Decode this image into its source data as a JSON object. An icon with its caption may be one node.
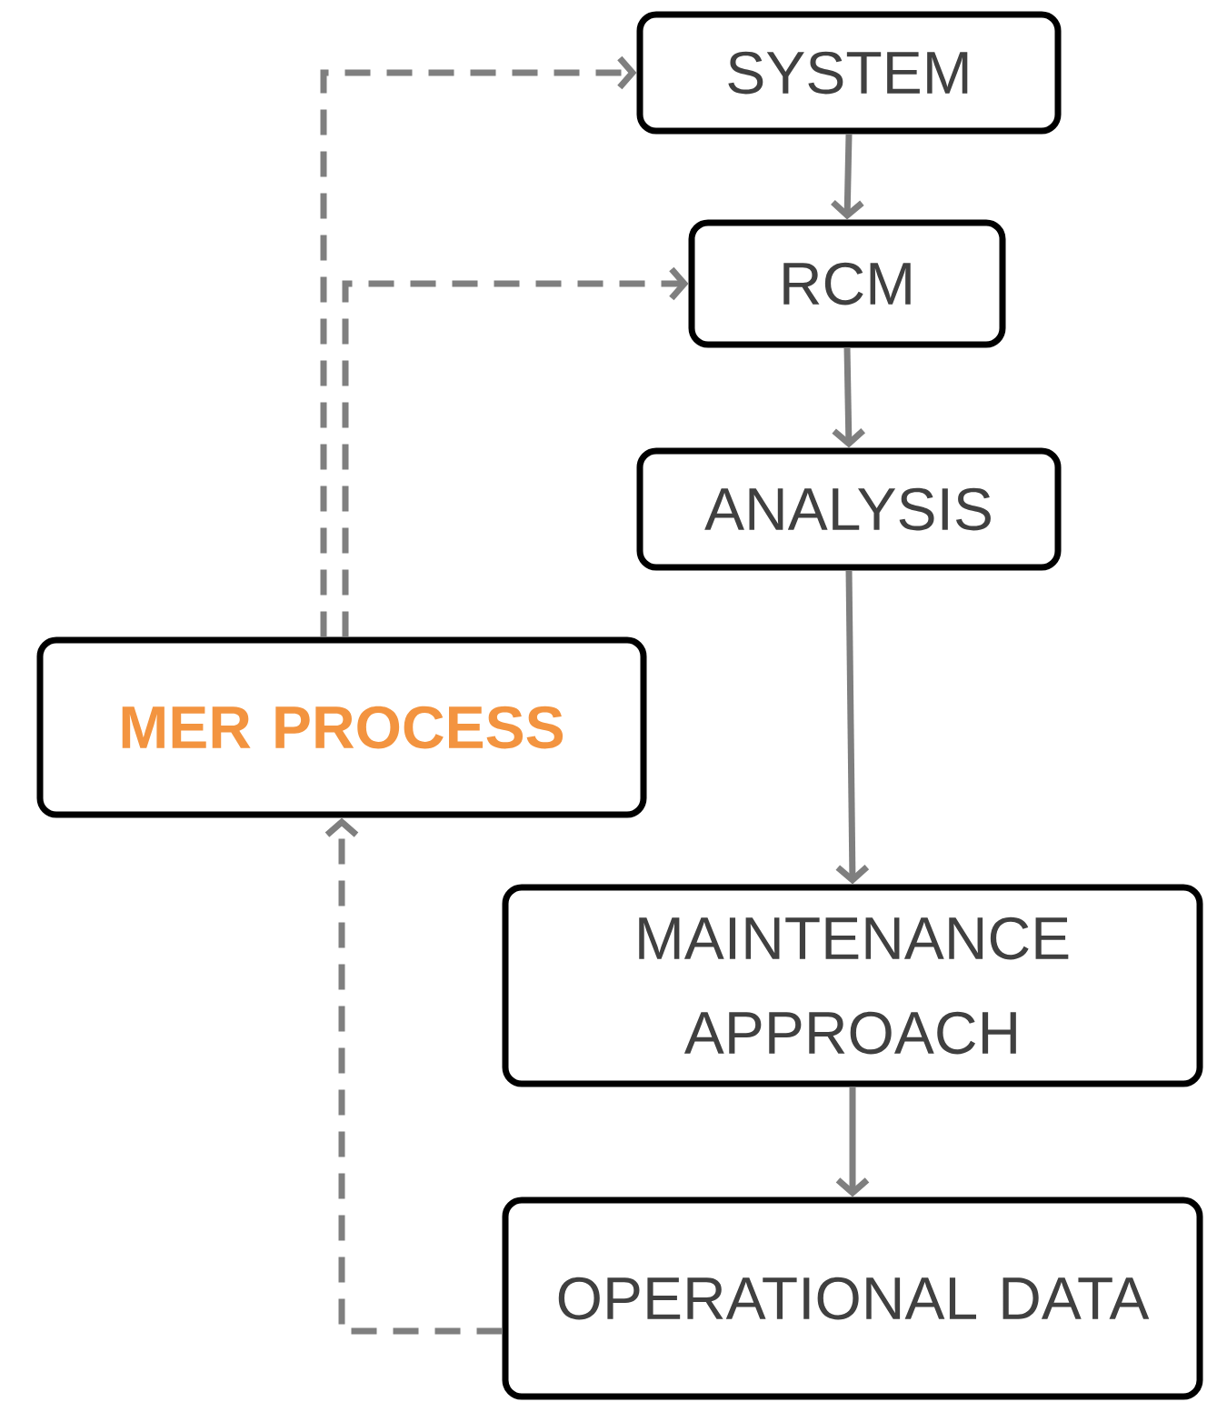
{
  "diagram": {
    "nodes": [
      {
        "text": [
          "SYSTEM"
        ]
      },
      {
        "text": [
          "RCM"
        ]
      },
      {
        "text": [
          "ANALYSIS"
        ]
      },
      {
        "text": [
          "MER PROCESS"
        ]
      },
      {
        "text": [
          "MAINTENANCE APPROACH"
        ]
      },
      {
        "text": [
          "OPERATIONAL DATA"
        ]
      }
    ],
    "edges": [
      {
        "from": 0,
        "to": 1,
        "arrow": "to"
      },
      {
        "from": 1,
        "to": 2,
        "arrow": "to"
      },
      {
        "from": 2,
        "to": 4,
        "arrow": "to"
      },
      {
        "from": 4,
        "to": 5,
        "arrow": "to"
      },
      {
        "from": 5,
        "to": 3,
        "arrow": "to",
        "style": "dashed"
      },
      {
        "from": 3,
        "to": 0,
        "arrow": "to",
        "style": "dashed"
      },
      {
        "from": 3,
        "to": 1,
        "arrow": "to",
        "style": "dashed"
      }
    ]
  }
}
